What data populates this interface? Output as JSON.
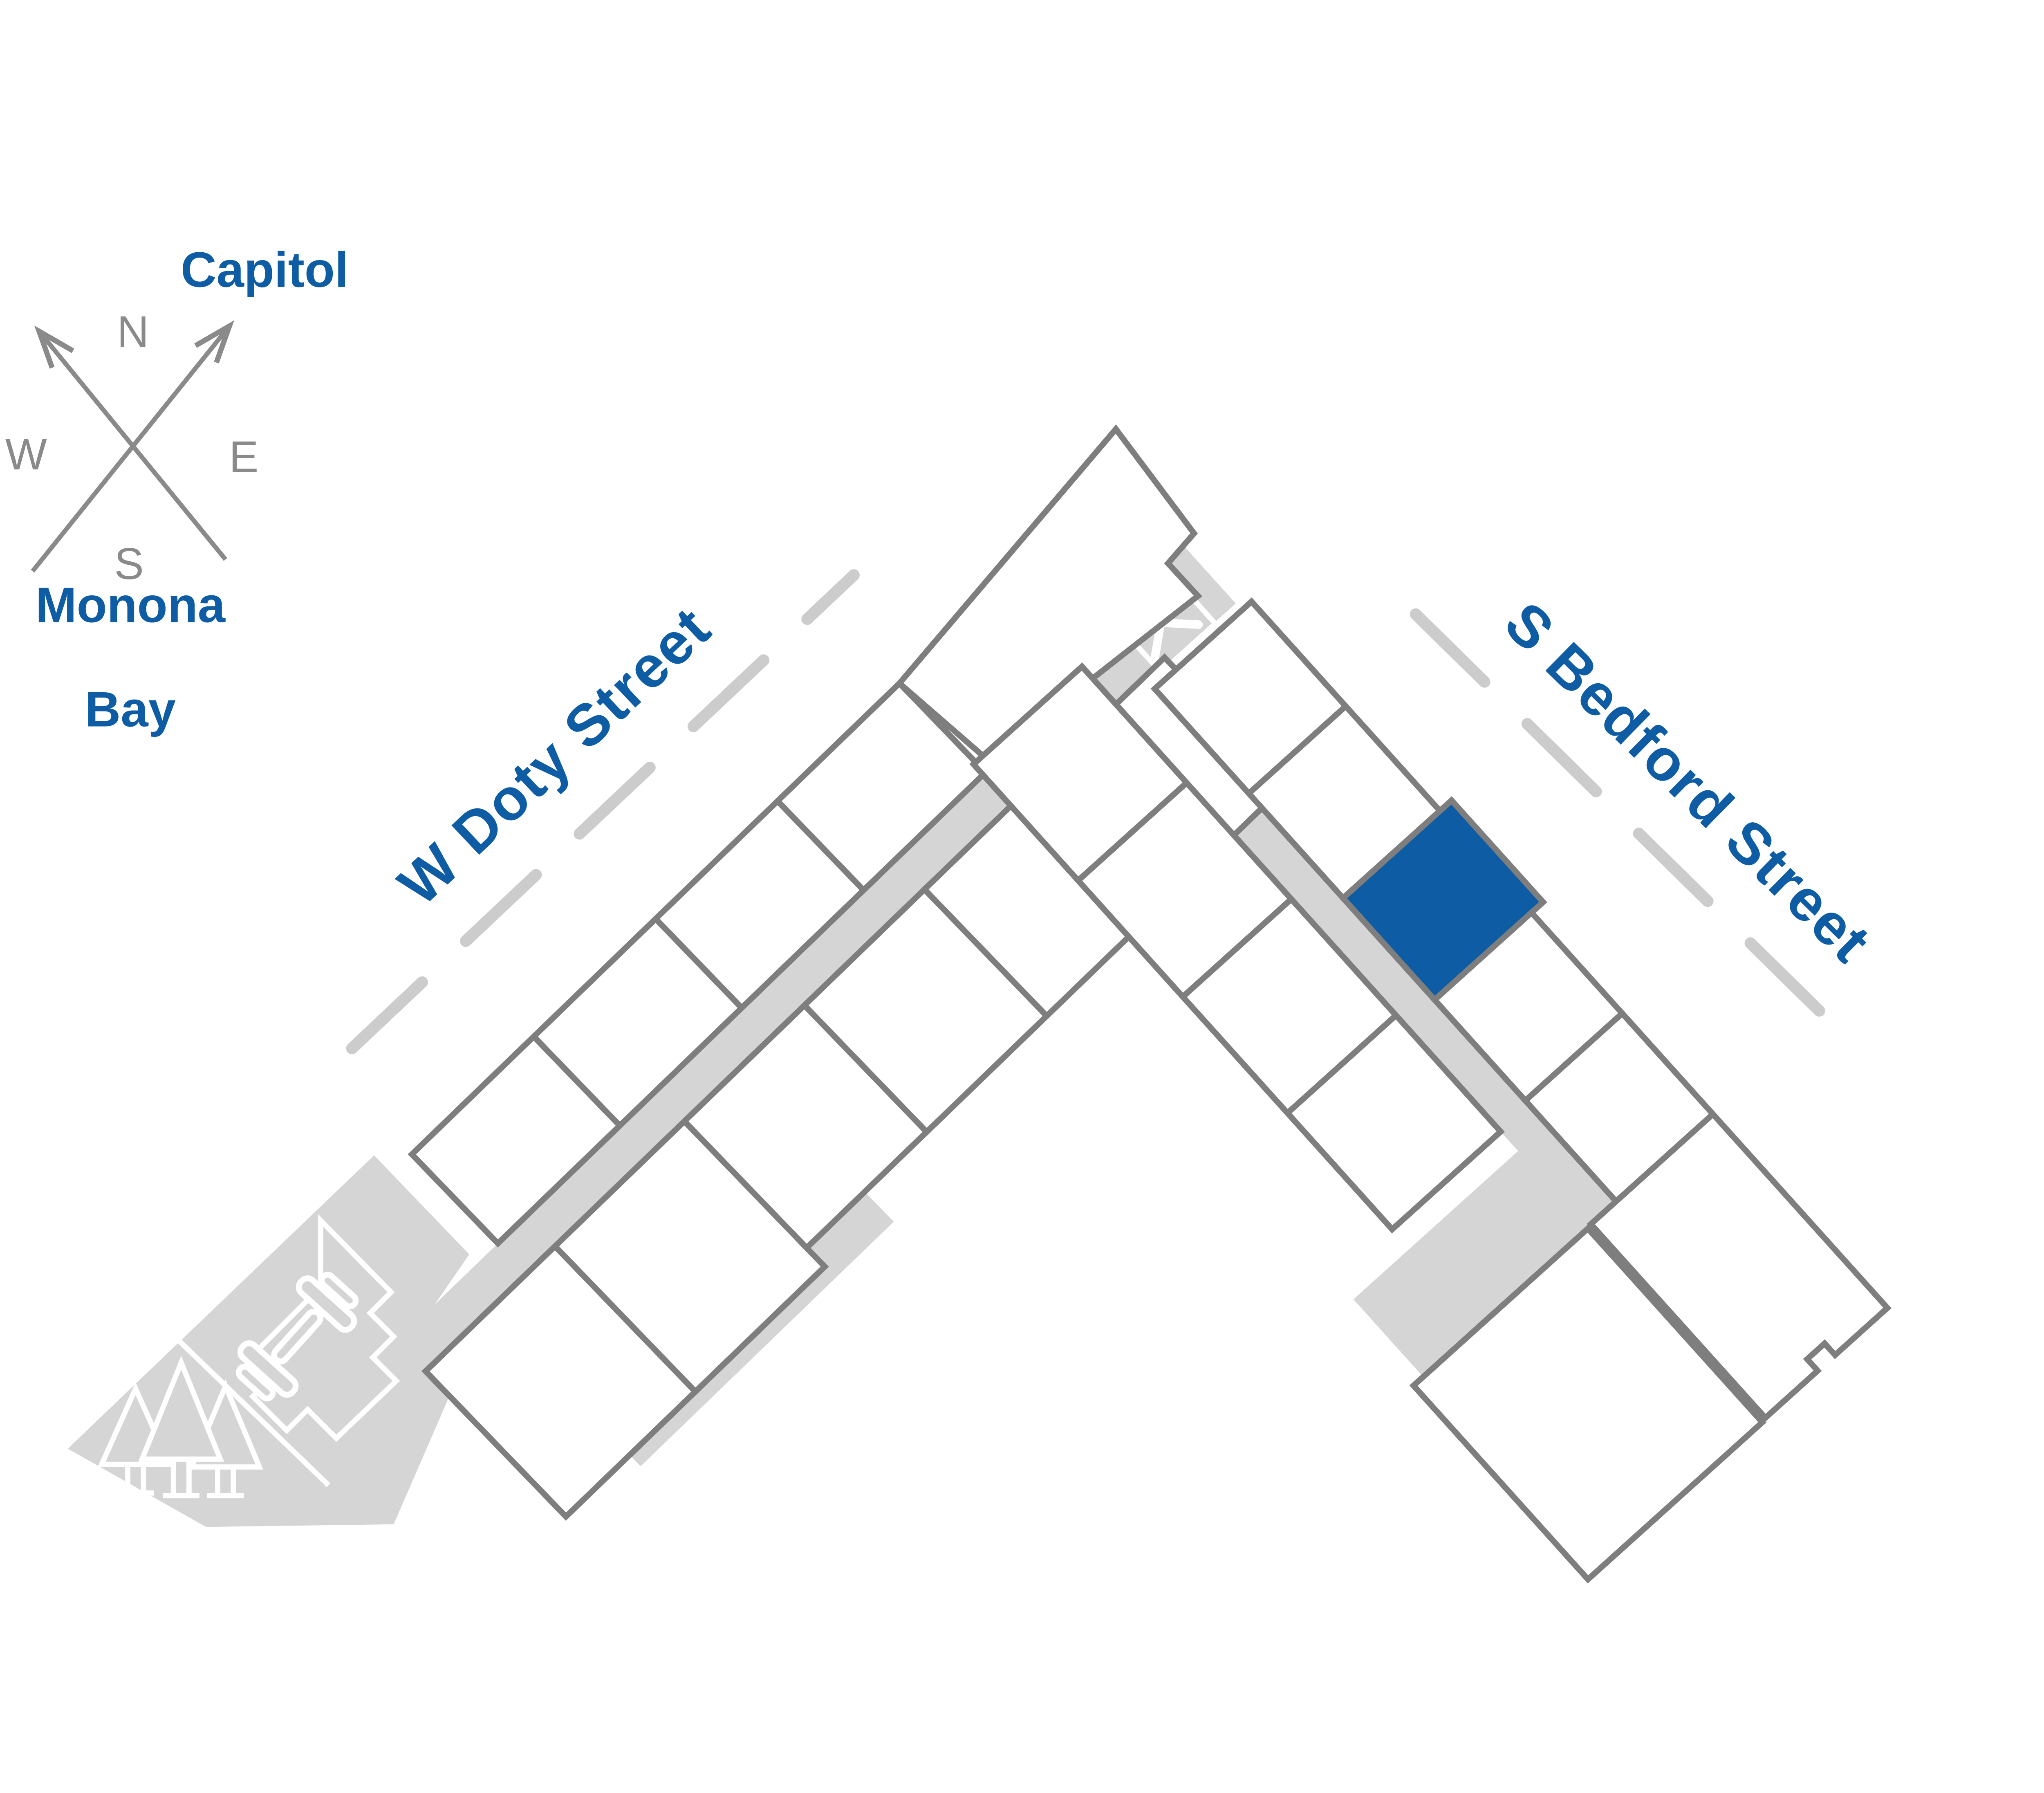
{
  "labels": {
    "capitol": "Capitol",
    "monona_line1": "Monona",
    "monona_line2": "Bay"
  },
  "compass": {
    "n": "N",
    "e": "E",
    "s": "S",
    "w": "W"
  },
  "streets": {
    "doty": "W Doty Street",
    "bedford": "S Bedford Street"
  },
  "map": {
    "featured_lot": {
      "street": "S Bedford Street",
      "fill": "#0E5DA4"
    },
    "crossed_lot_symbol": "X",
    "amenity_icons": [
      "dumbbell-icon",
      "trees-icon"
    ],
    "area_features": [
      "park-area",
      "alley-roads"
    ]
  },
  "colors": {
    "brand_blue": "#0E5DA4",
    "parcel_outline": "#7E7E7E",
    "road_fill": "#D5D5D5",
    "dash_line": "#CCCCCC",
    "compass_gray": "#8A8A8A",
    "icon_white": "#FFFFFF"
  }
}
